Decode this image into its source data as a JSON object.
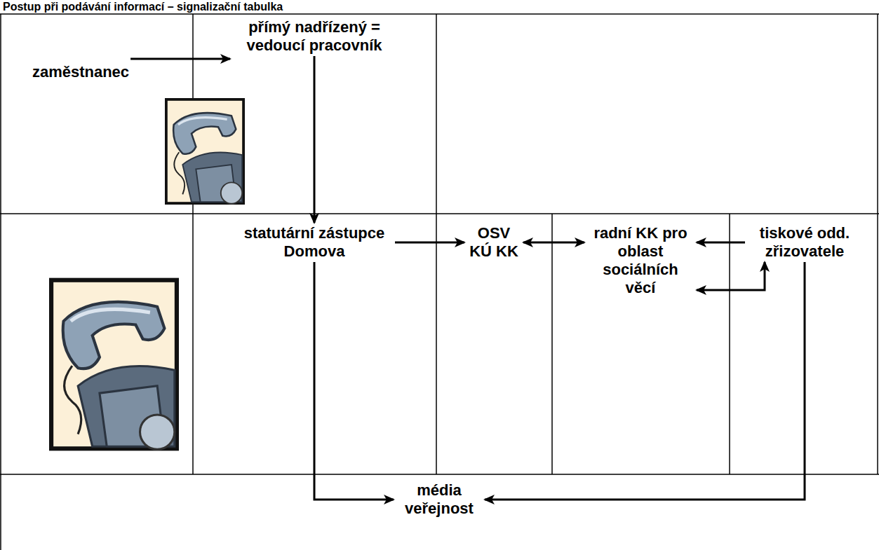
{
  "diagram": {
    "title": "Postup při podávání informací – signalizační tabulka",
    "nodes": [
      {
        "text": [
          "zaměstnanec"
        ]
      },
      {
        "text": [
          "přímý nadřízený = vedoucí pracovník"
        ]
      },
      {
        "text": [
          "statutární zástupce Domova"
        ]
      },
      {
        "text": [
          "OSV KÚ KK"
        ]
      },
      {
        "text": [
          "radní KK pro oblast sociálních věcí"
        ]
      },
      {
        "text": [
          "tiskové odd. zřizovatele"
        ]
      },
      {
        "text": [
          "média veřejnost"
        ]
      }
    ],
    "edges": [
      {
        "from": 0,
        "to": 1,
        "arrow": "to"
      },
      {
        "from": 1,
        "to": 2,
        "arrow": "to"
      },
      {
        "from": 2,
        "to": 3,
        "arrow": "to"
      },
      {
        "from": 3,
        "to": 4,
        "arrow": "both"
      },
      {
        "from": 5,
        "to": 4,
        "arrow": "to"
      },
      {
        "from": 4,
        "to": 5,
        "arrow": "both"
      },
      {
        "from": 2,
        "to": 6,
        "arrow": "to"
      },
      {
        "from": 5,
        "to": 6,
        "arrow": "to"
      }
    ]
  }
}
